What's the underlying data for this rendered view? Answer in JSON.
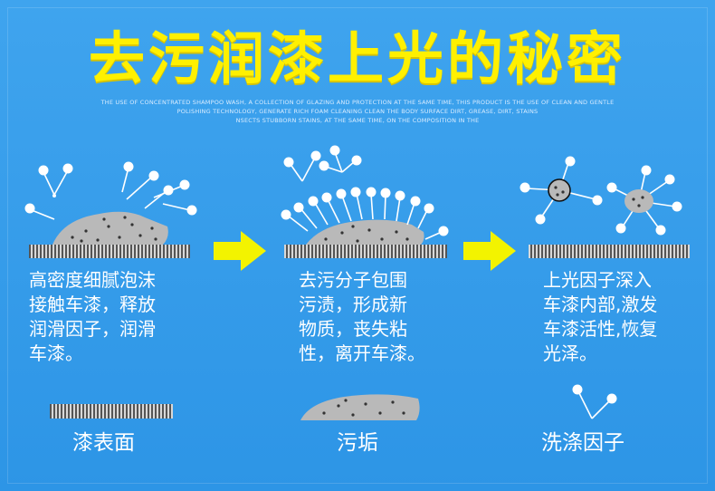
{
  "title": "去污润漆上光的秘密",
  "subtitle_lines": [
    "THE USE OF CONCENTRATED SHAMPOO WASH, A COLLECTION OF GLAZING AND PROTECTION AT THE SAME TIME, THIS PRODUCT IS THE USE OF CLEAN AND GENTLE",
    "POLISHING TECHNOLOGY, GENERATE RICH FOAM CLEANING CLEAN THE BODY SURFACE DIRT, GREASE, DIRT, STAINS",
    "NSECTS STUBBORN STAINS, AT THE SAME TIME, ON THE COMPOSITION IN THE"
  ],
  "steps": [
    {
      "lines": [
        "高密度细腻泡沫",
        "接触车漆，释放",
        "润滑因子，润滑",
        "车漆。"
      ]
    },
    {
      "lines": [
        "去污分子包围",
        "污渍，形成新",
        "物质，丧失粘",
        "性，离开车漆。"
      ]
    },
    {
      "lines": [
        "上光因子深入",
        "车漆内部,激发",
        "车漆活性,恢复",
        "光泽。"
      ]
    }
  ],
  "legend": {
    "paint_surface": "漆表面",
    "dirt": "污垢",
    "cleaning_factor": "洗涤因子"
  },
  "colors": {
    "background": "#3fa4ee",
    "title": "#fff000",
    "arrow": "#f3f300",
    "text": "#ffffff",
    "dirt": "#b9b9b9",
    "molecule": "#ffffff"
  }
}
